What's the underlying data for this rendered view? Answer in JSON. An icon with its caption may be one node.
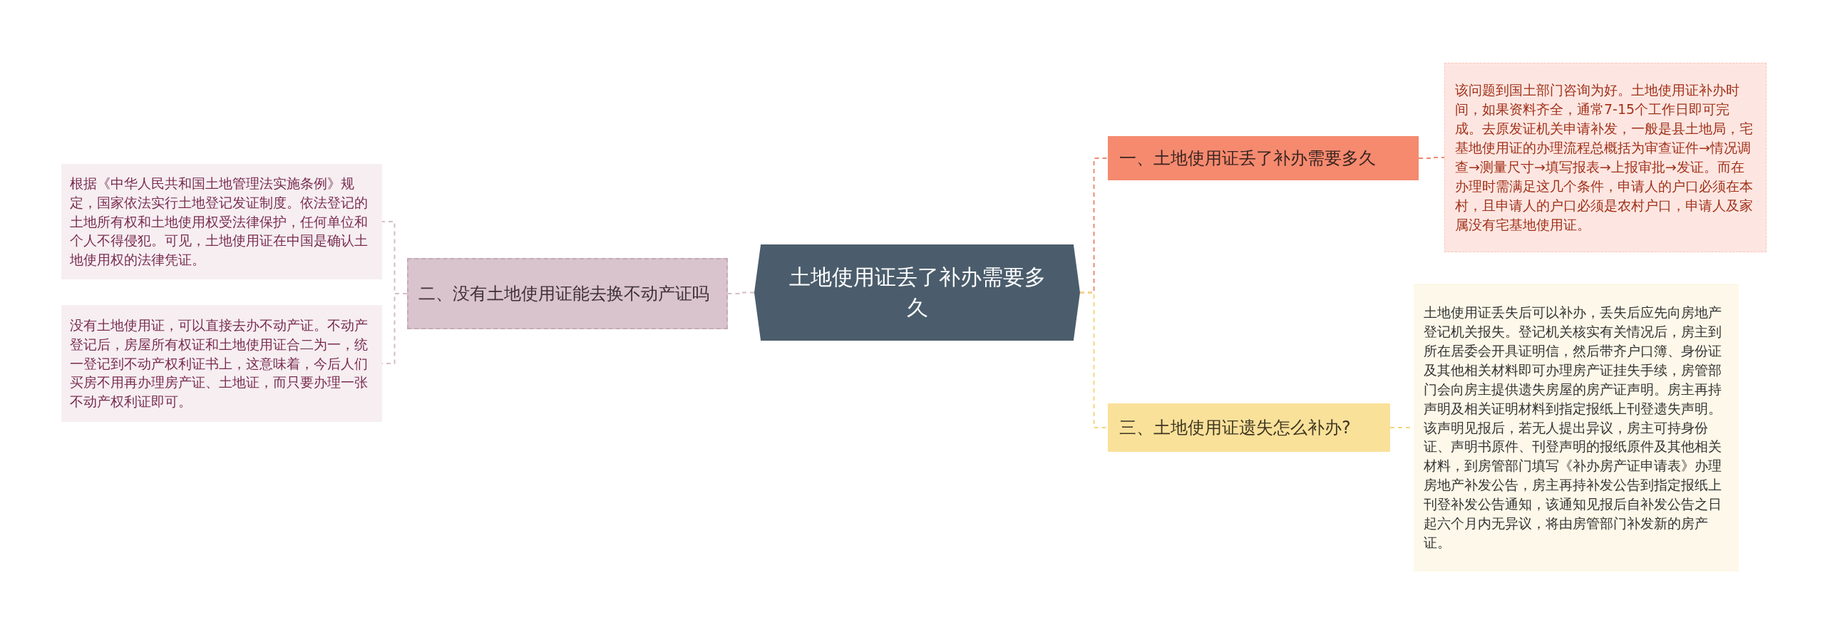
{
  "diagram": {
    "nodes": [
      {
        "text": [
          "土地使用证丢了补办需要多久"
        ]
      },
      {
        "text": [
          "一、土地使用证丢了补办需要多久"
        ]
      },
      {
        "text": [
          "该问题到国土部门咨询为好。土地使用证补办时间，如果资料齐全，通常7-15个工作日即可完成。去原发证机关申请补发，一般是县土地局，宅基地使用证的办理流程总概括为审查证件→情况调查→测量尺寸→填写报表→上报审批→发证。而在办理时需满足这几个条件，申请人的户口必须在本村，且申请人的户口必须是农村户口，申请人及家属没有宅基地使用证。"
        ]
      },
      {
        "text": [
          "二、没有土地使用证能去换不动产证吗"
        ]
      },
      {
        "text": [
          "根据《中华人民共和国土地管理法实施条例》规定，国家依法实行土地登记发证制度。依法登记的土地所有权和土地使用权受法律保护，任何单位和个人不得侵犯。可见，土地使用证在中国是确认土地使用权的法律凭证。"
        ]
      },
      {
        "text": [
          "没有土地使用证，可以直接去办不动产证。不动产登记后，房屋所有权证和土地使用证合二为一，统一登记到不动产权利证书上，这意味着，今后人们买房不用再办理房产证、土地证，而只要办理一张不动产权利证即可。"
        ]
      },
      {
        "text": [
          "三、土地使用证遗失怎么补办?"
        ]
      },
      {
        "text": [
          "土地使用证丢失后可以补办，丢失后应先向房地产登记机关报失。登记机关核实有关情况后，房主到所在居委会开具证明信，然后带齐户口簿、身份证及其他相关材料即可办理房产证挂失手续，房管部门会向房主提供遗失房屋的房产证声明。房主再持声明及相关证明材料到指定报纸上刊登遗失声明。该声明见报后，若无人提出异议，房主可持身份证、声明书原件、刊登声明的报纸原件及其他相关材料，到房管部门填写《补办房产证申请表》办理房地产补发公告，房主再持补发公告到指定报纸上刊登补发公告通知，该通知见报后自补发公告之日起六个月内无异议，将由房管部门补发新的房产证。"
        ]
      }
    ],
    "edges": [
      {
        "from": 0,
        "to": 1,
        "arrow": "none",
        "style": "dashed",
        "color": "#ee8a70"
      },
      {
        "from": 1,
        "to": 2,
        "arrow": "none",
        "style": "dashed",
        "color": "#ee8a70"
      },
      {
        "from": 0,
        "to": 3,
        "arrow": "none",
        "style": "dashed",
        "color": "#d6bcc8"
      },
      {
        "from": 3,
        "to": 4,
        "arrow": "none",
        "style": "dashed",
        "color": "#d6bcc8"
      },
      {
        "from": 3,
        "to": 5,
        "arrow": "none",
        "style": "dashed",
        "color": "#d6bcc8"
      },
      {
        "from": 0,
        "to": 6,
        "arrow": "none",
        "style": "dashed",
        "color": "#f3d77c"
      },
      {
        "from": 6,
        "to": 7,
        "arrow": "none",
        "style": "dashed",
        "color": "#f3d77c"
      }
    ]
  }
}
